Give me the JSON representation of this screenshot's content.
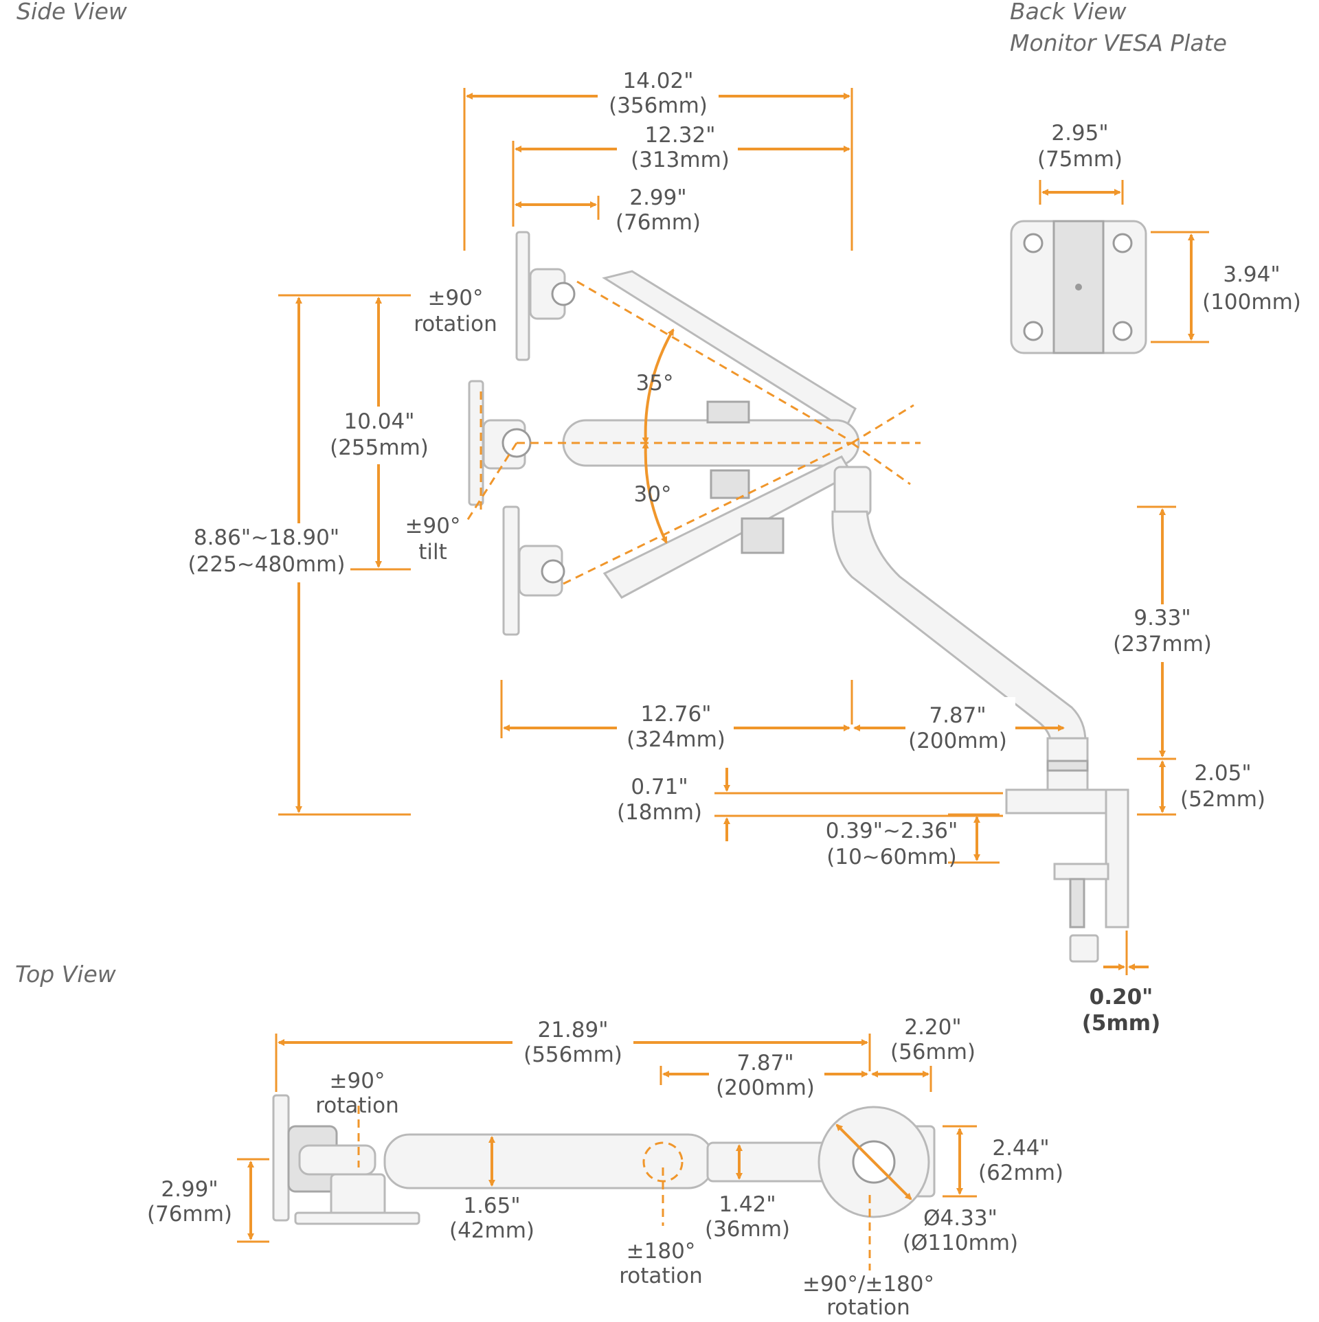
{
  "headings": {
    "side_view": "Side View",
    "back_view": "Back View",
    "vesa_plate": "Monitor VESA Plate",
    "top_view": "Top View"
  },
  "side_view": {
    "overall_reach": {
      "in": "14.02\"",
      "mm": "(356mm)"
    },
    "upper_reach": {
      "in": "12.32\"",
      "mm": "(313mm)"
    },
    "head_depth": {
      "in": "2.99\"",
      "mm": "(76mm)"
    },
    "rotation": {
      "value": "±90°",
      "label": "rotation"
    },
    "tilt": {
      "value": "±90°",
      "label": "tilt"
    },
    "angle_up": "35°",
    "angle_down": "30°",
    "head_travel": {
      "in": "10.04\"",
      "mm": "(255mm)"
    },
    "height_range": {
      "in": "8.86\"~18.90\"",
      "mm": "(225~480mm)"
    },
    "lower_reach": {
      "in": "12.76\"",
      "mm": "(324mm)"
    },
    "forearm_reach": {
      "in": "7.87\"",
      "mm": "(200mm)"
    },
    "pole_height": {
      "in": "9.33\"",
      "mm": "(237mm)"
    },
    "base_height": {
      "in": "2.05\"",
      "mm": "(52mm)"
    },
    "clamp_plate": {
      "in": "0.71\"",
      "mm": "(18mm)"
    },
    "desk_range": {
      "in": "0.39\"~2.36\"",
      "mm": "(10~60mm)"
    },
    "clamp_offset": {
      "in": "0.20\"",
      "mm": "(5mm)"
    }
  },
  "back_view": {
    "vesa_width": {
      "in": "2.95\"",
      "mm": "(75mm)"
    },
    "vesa_height": {
      "in": "3.94\"",
      "mm": "(100mm)"
    }
  },
  "top_view": {
    "overall_length": {
      "in": "21.89\"",
      "mm": "(556mm)"
    },
    "base_offset": {
      "in": "2.20\"",
      "mm": "(56mm)"
    },
    "arm_length": {
      "in": "7.87\"",
      "mm": "(200mm)"
    },
    "head_rotation": {
      "value": "±90°",
      "label": "rotation"
    },
    "plate_width": {
      "in": "2.99\"",
      "mm": "(76mm)"
    },
    "upper_arm_width": {
      "in": "1.65\"",
      "mm": "(42mm)"
    },
    "forearm_width": {
      "in": "1.42\"",
      "mm": "(36mm)"
    },
    "base_width": {
      "in": "2.44\"",
      "mm": "(62mm)"
    },
    "base_diameter": {
      "in": "Ø4.33\"",
      "mm": "(Ø110mm)"
    },
    "mid_rotation": {
      "value": "±180°",
      "label": "rotation"
    },
    "base_rotation": {
      "value": "±90°/±180°",
      "label": "rotation"
    }
  },
  "colors": {
    "dimension": "#f0962b",
    "text": "#555555",
    "part_fill": "#f4f4f4",
    "part_stroke": "#b9b9b9"
  }
}
